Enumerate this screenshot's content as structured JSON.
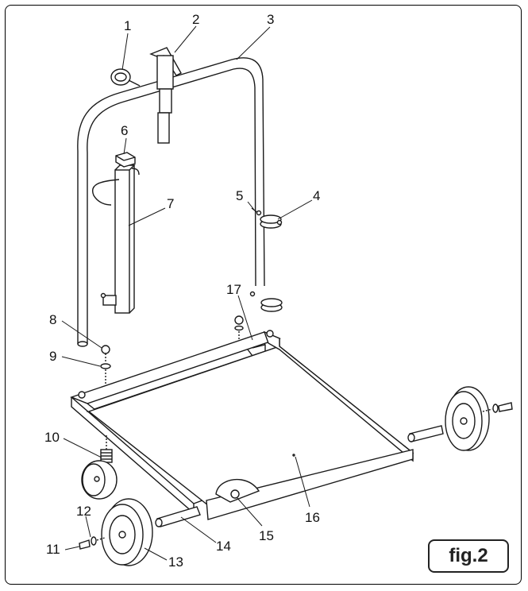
{
  "figure_label": "fig.2",
  "callouts": [
    {
      "id": "callout-1",
      "text": "1"
    },
    {
      "id": "callout-2",
      "text": "2"
    },
    {
      "id": "callout-3",
      "text": "3"
    },
    {
      "id": "callout-4",
      "text": "4"
    },
    {
      "id": "callout-5",
      "text": "5"
    },
    {
      "id": "callout-6",
      "text": "6"
    },
    {
      "id": "callout-7",
      "text": "7"
    },
    {
      "id": "callout-8",
      "text": "8"
    },
    {
      "id": "callout-9",
      "text": "9"
    },
    {
      "id": "callout-10",
      "text": "10"
    },
    {
      "id": "callout-11",
      "text": "11"
    },
    {
      "id": "callout-12",
      "text": "12"
    },
    {
      "id": "callout-13",
      "text": "13"
    },
    {
      "id": "callout-14",
      "text": "14"
    },
    {
      "id": "callout-15",
      "text": "15"
    },
    {
      "id": "callout-16",
      "text": "16"
    },
    {
      "id": "callout-17",
      "text": "17"
    }
  ]
}
